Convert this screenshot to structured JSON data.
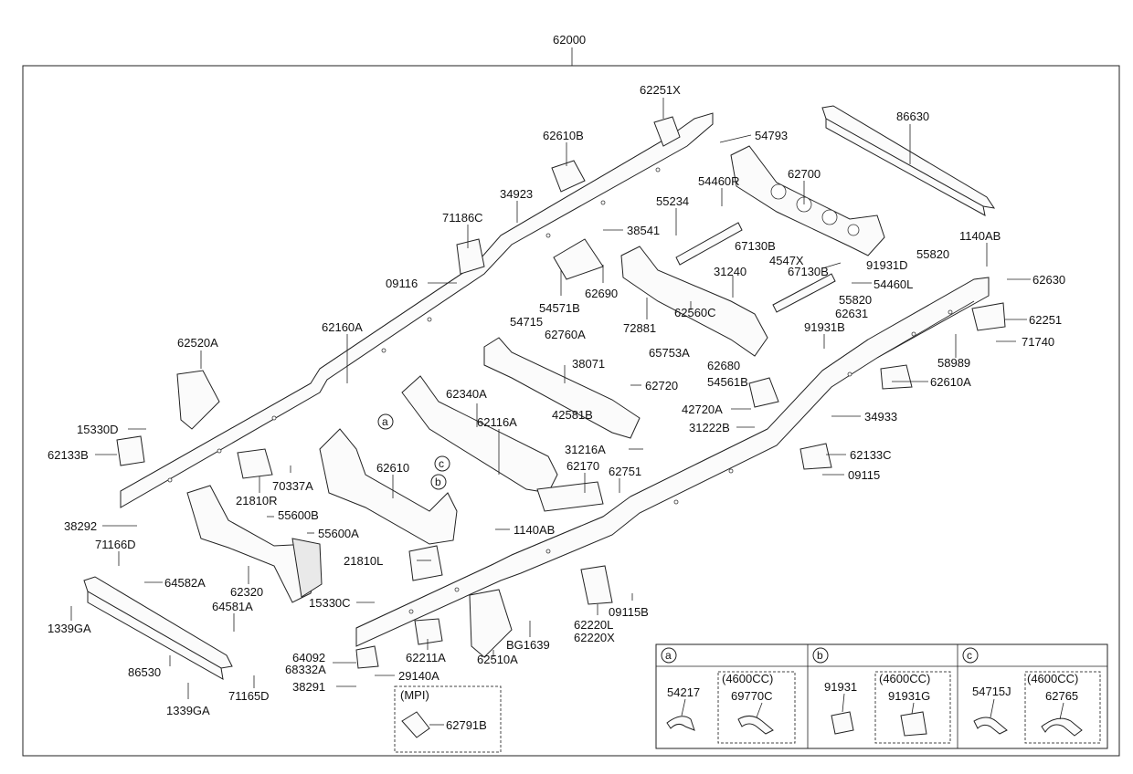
{
  "diagram": {
    "main_assembly": "62000",
    "labels": [
      {
        "id": "62251X",
        "text": "62251X"
      },
      {
        "id": "86630",
        "text": "86630"
      },
      {
        "id": "62610B",
        "text": "62610B"
      },
      {
        "id": "54793",
        "text": "54793"
      },
      {
        "id": "34923",
        "text": "34923"
      },
      {
        "id": "54460R",
        "text": "54460R"
      },
      {
        "id": "62700",
        "text": "62700"
      },
      {
        "id": "55234",
        "text": "55234"
      },
      {
        "id": "71186C",
        "text": "71186C"
      },
      {
        "id": "38541",
        "text": "38541"
      },
      {
        "id": "67130B_1",
        "text": "67130B"
      },
      {
        "id": "4547X",
        "text": "4547X"
      },
      {
        "id": "91931D",
        "text": "91931D"
      },
      {
        "id": "1140AB_1",
        "text": "1140AB"
      },
      {
        "id": "55820_1",
        "text": "55820"
      },
      {
        "id": "31240",
        "text": "31240"
      },
      {
        "id": "67130B_2",
        "text": "67130B"
      },
      {
        "id": "62630",
        "text": "62630"
      },
      {
        "id": "09116",
        "text": "09116"
      },
      {
        "id": "54460L",
        "text": "54460L"
      },
      {
        "id": "54571B",
        "text": "54571B"
      },
      {
        "id": "62690",
        "text": "62690"
      },
      {
        "id": "55820_2",
        "text": "55820"
      },
      {
        "id": "62631",
        "text": "62631"
      },
      {
        "id": "62251",
        "text": "62251"
      },
      {
        "id": "62160A",
        "text": "62160A"
      },
      {
        "id": "54715",
        "text": "54715"
      },
      {
        "id": "72881",
        "text": "72881"
      },
      {
        "id": "62560C",
        "text": "62560C"
      },
      {
        "id": "91931B",
        "text": "91931B"
      },
      {
        "id": "62760A",
        "text": "62760A"
      },
      {
        "id": "65753A",
        "text": "65753A"
      },
      {
        "id": "71740",
        "text": "71740"
      },
      {
        "id": "62520A",
        "text": "62520A"
      },
      {
        "id": "38071",
        "text": "38071"
      },
      {
        "id": "62680",
        "text": "62680"
      },
      {
        "id": "58989",
        "text": "58989"
      },
      {
        "id": "54561B",
        "text": "54561B"
      },
      {
        "id": "62720",
        "text": "62720"
      },
      {
        "id": "62610A",
        "text": "62610A"
      },
      {
        "id": "62340A",
        "text": "62340A"
      },
      {
        "id": "42720A",
        "text": "42720A"
      },
      {
        "id": "42581B",
        "text": "42581B"
      },
      {
        "id": "34933",
        "text": "34933"
      },
      {
        "id": "15330D",
        "text": "15330D"
      },
      {
        "id": "62116A",
        "text": "62116A"
      },
      {
        "id": "31222B",
        "text": "31222B"
      },
      {
        "id": "62133B",
        "text": "62133B"
      },
      {
        "id": "31216A",
        "text": "31216A"
      },
      {
        "id": "62133C",
        "text": "62133C"
      },
      {
        "id": "70337A",
        "text": "70337A"
      },
      {
        "id": "62170",
        "text": "62170"
      },
      {
        "id": "62751",
        "text": "62751"
      },
      {
        "id": "09115",
        "text": "09115"
      },
      {
        "id": "62610",
        "text": "62610"
      },
      {
        "id": "21810R",
        "text": "21810R"
      },
      {
        "id": "55600B",
        "text": "55600B"
      },
      {
        "id": "38292",
        "text": "38292"
      },
      {
        "id": "1140AB_2",
        "text": "1140AB"
      },
      {
        "id": "55600A",
        "text": "55600A"
      },
      {
        "id": "71166D",
        "text": "71166D"
      },
      {
        "id": "21810L",
        "text": "21810L"
      },
      {
        "id": "64582A",
        "text": "64582A"
      },
      {
        "id": "62320",
        "text": "62320"
      },
      {
        "id": "15330C",
        "text": "15330C"
      },
      {
        "id": "09115B",
        "text": "09115B"
      },
      {
        "id": "64581A",
        "text": "64581A"
      },
      {
        "id": "1339GA_1",
        "text": "1339GA"
      },
      {
        "id": "62220L",
        "text": "62220L"
      },
      {
        "id": "62220X",
        "text": "62220X"
      },
      {
        "id": "BG1639",
        "text": "BG1639"
      },
      {
        "id": "62211A",
        "text": "62211A"
      },
      {
        "id": "62510A",
        "text": "62510A"
      },
      {
        "id": "64092",
        "text": "64092"
      },
      {
        "id": "68332A",
        "text": "68332A"
      },
      {
        "id": "86530",
        "text": "86530"
      },
      {
        "id": "29140A",
        "text": "29140A"
      },
      {
        "id": "71165D",
        "text": "71165D"
      },
      {
        "id": "38291",
        "text": "38291"
      },
      {
        "id": "1339GA_2",
        "text": "1339GA"
      },
      {
        "id": "62791B",
        "text": "62791B"
      }
    ],
    "callouts": {
      "a": "a",
      "b": "b",
      "c": "c"
    },
    "mpi_box": {
      "title": "(MPI)",
      "part": "62791B"
    },
    "legend": {
      "a": {
        "key": "a",
        "std": "54217",
        "variant_title": "(4600CC)",
        "variant": "69770C"
      },
      "b": {
        "key": "b",
        "std": "91931",
        "variant_title": "(4600CC)",
        "variant": "91931G"
      },
      "c": {
        "key": "c",
        "std": "54715J",
        "variant_title": "(4600CC)",
        "variant": "62765"
      }
    }
  }
}
